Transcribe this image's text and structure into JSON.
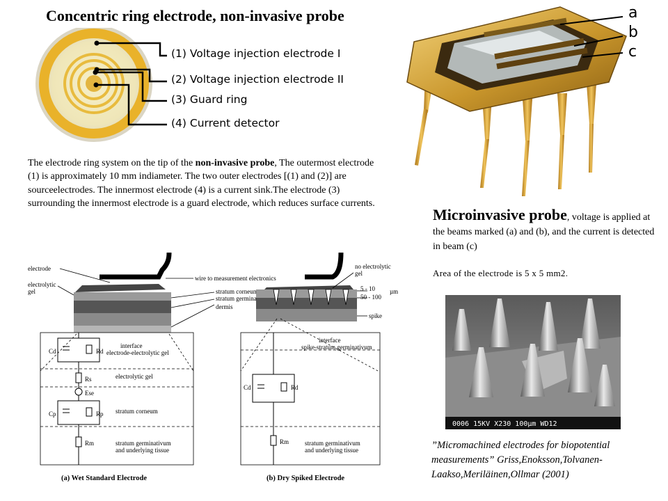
{
  "title": "Concentric ring electrode, non-invasive probe",
  "electrode_labels": [
    "(1) Voltage injection electrode I",
    "(2) Voltage injection electrode II",
    "(3) Guard ring",
    "(4) Current detector"
  ],
  "description": {
    "part1": "The electrode ring system on the tip of the ",
    "bold": "non-invasive probe",
    "part2": ", The outermost electrode (1) is approximately 10 mm indiameter. The two outer electrodes [(1) and (2)] are sourceelectrodes. The innermost electrode (4) is a current sink.The electrode (3) surrounding the innermost electrode is a guard electrode, which reduces surface currents."
  },
  "chip_labels": {
    "a": "a",
    "b": "b",
    "c": "c"
  },
  "microinvasive": {
    "heading": "Microinvasive probe",
    "text": ", voltage is applied at the beams marked (a) and (b), and the current is detected in beam (c)"
  },
  "area_text": "Area of the electrode is 5 x 5 mm2.",
  "sem_caption": "0006  15KV    X230  100µm  WD12",
  "citation": "”Micromachined electrodes for biopotential measurements” Griss,Enoksson,Tolvanen-Laakso,Meriläinen,Ollmar (2001)",
  "diagram": {
    "left_labels": {
      "electrode": "electrode",
      "electrolytic": "electrolytic",
      "gel": "gel",
      "wire": "wire to measurement electronics",
      "stratum_corneum": "stratum corneum",
      "stratum_germinativum": "stratum germinativum",
      "dermis": "dermis"
    },
    "right_labels": {
      "no_electrolytic": "no electrolytic",
      "gel": "gel",
      "d1": "5 - 10",
      "d2": "50 - 100",
      "unit": "µm",
      "spike": "spike"
    },
    "circuit_a": {
      "cd": "Cd",
      "rd": "Rd",
      "interface1": "interface",
      "interface2": "electrode-electrolytic gel",
      "rs": "Rs",
      "electrolytic_gel": "electrolytic gel",
      "ese": "Ese",
      "cp": "Cp",
      "rp": "Rp",
      "stratum_corneum": "stratum corneum",
      "rm": "Rm",
      "germ1": "stratum germinativum",
      "germ2": "and underlying tissue"
    },
    "circuit_b": {
      "interface1": "interface",
      "interface2": "spike-stratum germinativum",
      "cd": "Cd",
      "rd": "Rd",
      "rm": "Rm",
      "germ1": "stratum germinativum",
      "germ2": "and underlying tissue"
    },
    "caption_a": "(a) Wet Standard Electrode",
    "caption_b": "(b) Dry Spiked Electrode"
  }
}
